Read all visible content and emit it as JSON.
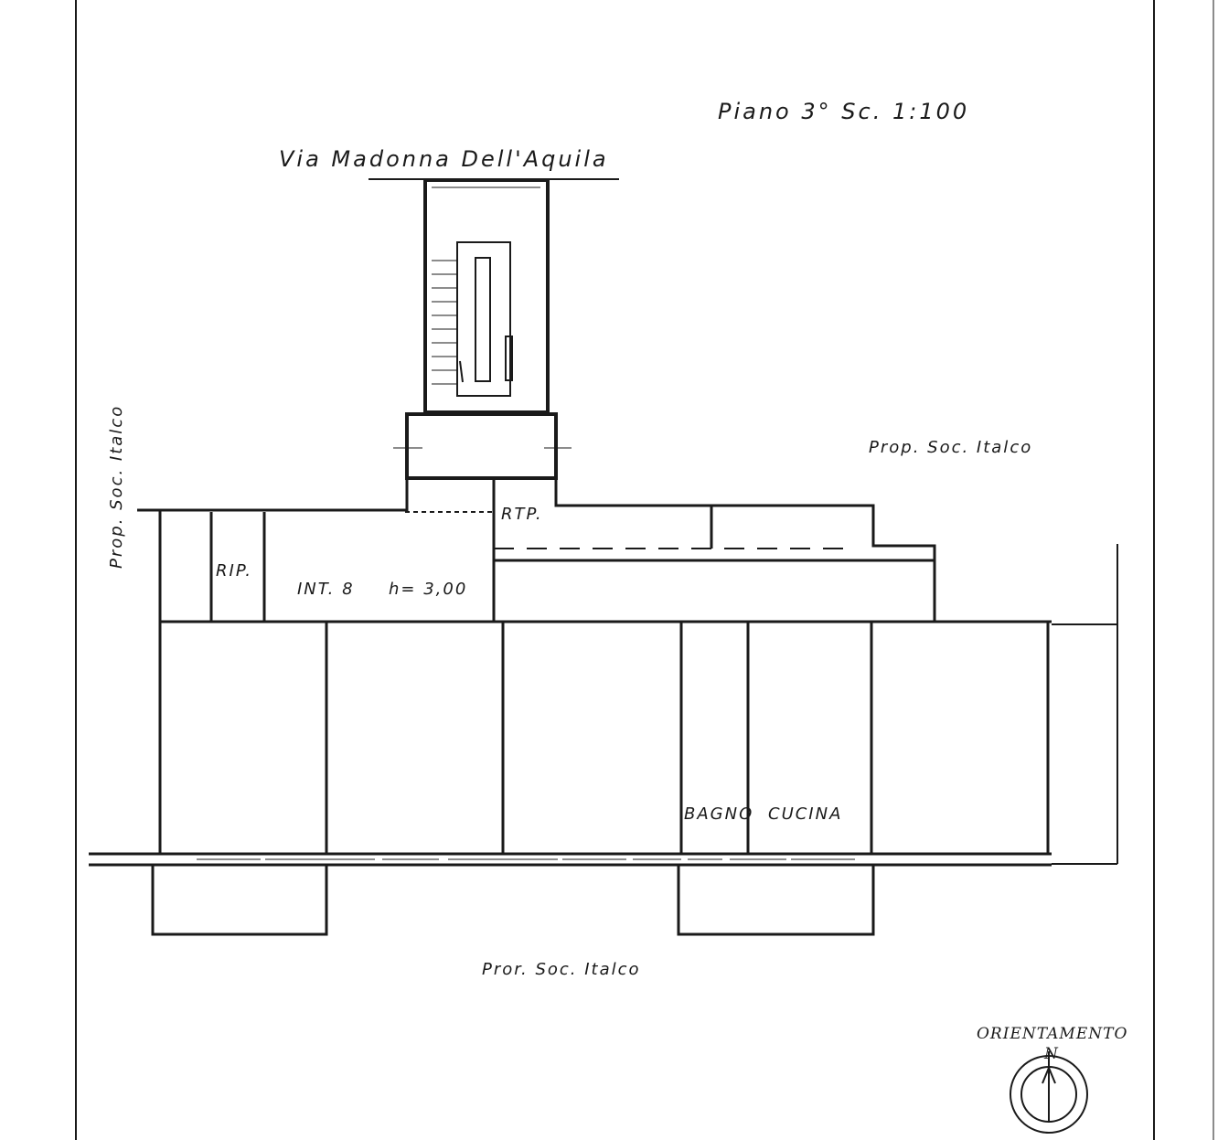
{
  "title": "Piano 3° Sc. 1:100",
  "labels": {
    "street": "Via Madonna Dell'Aquila",
    "prop_left": "Prop. Soc. Italco",
    "prop_right": "Prop. Soc. Italco",
    "prop_bottom": "Pror. Soc. Italco",
    "rip_left": "RIP.",
    "rip_top": "RTP.",
    "unit": "INT. 8",
    "height": "h= 3,00",
    "bath": "BAGNO",
    "kitchen": "CUCINA"
  },
  "compass": {
    "label": "ORIENTAMENTO",
    "north": "N"
  },
  "colors": {
    "ink": "#1a1a1a",
    "paper": "#ffffff"
  }
}
